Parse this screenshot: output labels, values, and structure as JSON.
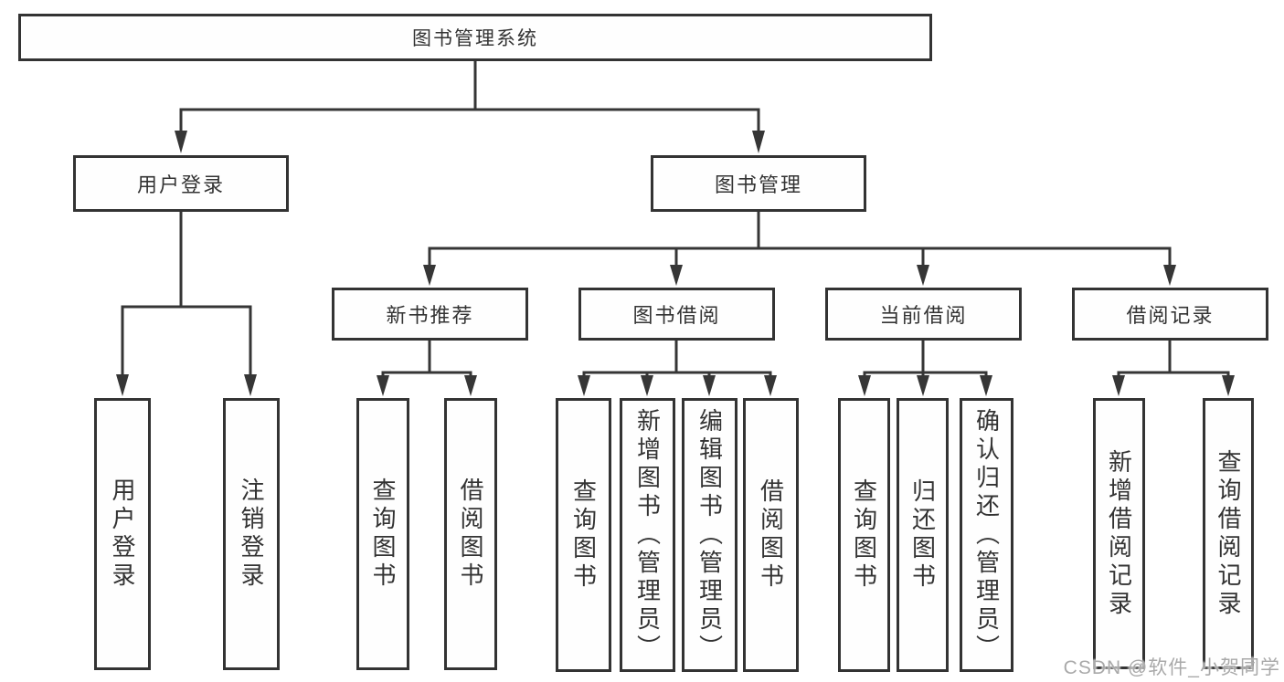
{
  "watermark": {
    "text": "CSDN @软件_小贺同学"
  },
  "colors": {
    "line": "#363636",
    "box_border": "#333333",
    "text": "#333333",
    "watermark": "#a9a9a9"
  },
  "tree": {
    "root": {
      "label": "图书管理系统",
      "children": [
        {
          "label": "用户登录",
          "children": [
            {
              "label": "用户登录"
            },
            {
              "label": "注销登录"
            }
          ]
        },
        {
          "label": "图书管理",
          "children": [
            {
              "label": "新书推荐",
              "children": [
                {
                  "label": "查询图书"
                },
                {
                  "label": "借阅图书"
                }
              ]
            },
            {
              "label": "图书借阅",
              "children": [
                {
                  "label": "查询图书"
                },
                {
                  "label": "新增图书（管理员）"
                },
                {
                  "label": "编辑图书（管理员）"
                },
                {
                  "label": "借阅图书"
                }
              ]
            },
            {
              "label": "当前借阅",
              "children": [
                {
                  "label": "查询图书"
                },
                {
                  "label": "归还图书"
                },
                {
                  "label": "确认归还（管理员）"
                }
              ]
            },
            {
              "label": "借阅记录",
              "children": [
                {
                  "label": "新增借阅记录"
                },
                {
                  "label": "查询借阅记录"
                }
              ]
            }
          ]
        }
      ]
    }
  }
}
